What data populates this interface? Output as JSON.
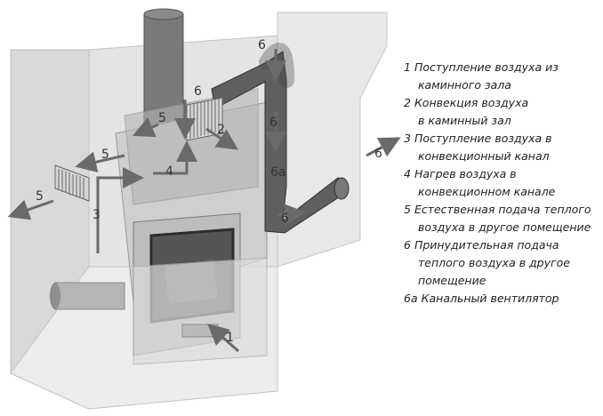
{
  "callouts": {
    "n1": "1",
    "n2": "2",
    "n3": "3",
    "n4": "4",
    "n5a": "5",
    "n5b": "5",
    "n5c": "5",
    "n6a": "6",
    "n6b": "6",
    "n6c": "6",
    "n6d": "6",
    "n6e": "6",
    "n6fan": "6а"
  },
  "legend": [
    {
      "num": "1",
      "line1": "Поступление воздуха из",
      "line2": "каминного зала"
    },
    {
      "num": "2",
      "line1": "Конвекция воздуха",
      "line2": "в каминный зал"
    },
    {
      "num": "3",
      "line1": "Поступление воздуха в",
      "line2": "конвекционный канал"
    },
    {
      "num": "4",
      "line1": "Нагрев воздуха в",
      "line2": "конвекционном канале"
    },
    {
      "num": "5",
      "line1": "Естественная подача теплого",
      "line2": "воздуха в другое помещение"
    },
    {
      "num": "6",
      "line1": "Принудительная подача",
      "line2": "теплого воздуха в другое",
      "line3": "помещение"
    },
    {
      "num": "6а",
      "line1": "Канальный вентилятор"
    }
  ]
}
